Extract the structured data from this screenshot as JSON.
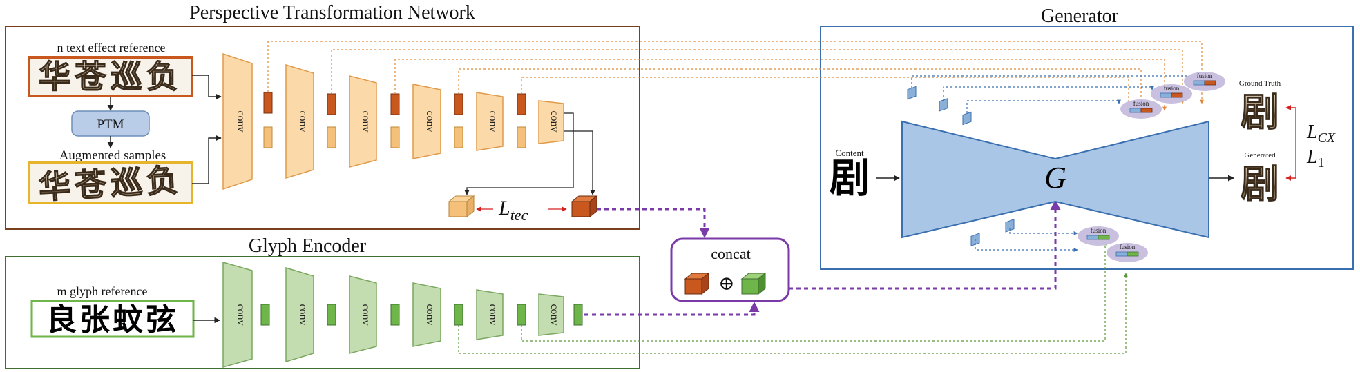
{
  "ptn": {
    "title": "Perspective Transformation Network",
    "reference_label": "n text effect reference",
    "reference_text": "华苍巡负",
    "ptm_label": "PTM",
    "augmented_label": "Augmented samples",
    "augmented_text": "华苍巡负",
    "loss_main": "L",
    "loss_sub": "tec"
  },
  "glyph_encoder": {
    "title": "Glyph Encoder",
    "reference_label": "m glyph reference",
    "reference_text": "良张蚊弦"
  },
  "conv_label": "conv",
  "concat": {
    "label": "concat",
    "operator": "⊕"
  },
  "generator": {
    "title": "Generator",
    "content_label": "Content",
    "content_char": "剧",
    "g_label": "G",
    "fusion_label": "fusion",
    "ground_truth_label": "Ground Truth",
    "ground_truth_char": "剧",
    "generated_label": "Generated",
    "generated_char": "剧",
    "loss_cx_main": "L",
    "loss_cx_sub": "CX",
    "loss_1_main": "L",
    "loss_1_sub": "1"
  },
  "colors": {
    "ptn_border": "#7a3f1d",
    "glyph_border": "#3f6e31",
    "generator_border": "#3a6fb0",
    "ptn_conv": "#fbd9a8",
    "glyph_conv": "#c4ddb0",
    "feature_orange": "#c8581e",
    "feature_light": "#f5c17a",
    "feature_green": "#6fb64a",
    "feature_blue": "#8ab0d8",
    "generator_body": "#a9c6e6",
    "fusion": "#c9bfdf",
    "concat_dash": "#7a3aa8"
  }
}
